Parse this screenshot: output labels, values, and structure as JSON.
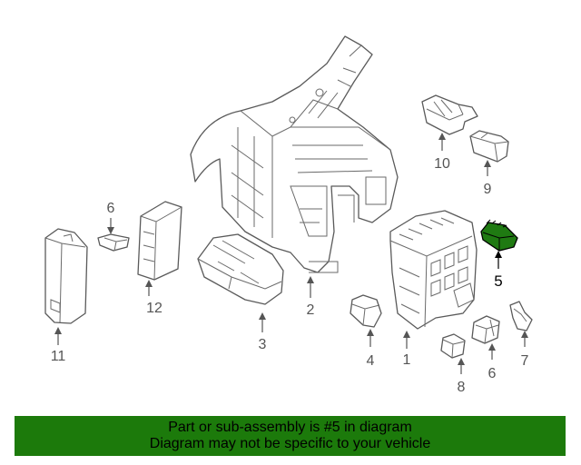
{
  "callouts": {
    "c1": "1",
    "c2": "2",
    "c3": "3",
    "c4": "4",
    "c5": "5",
    "c6a": "6",
    "c6b": "6",
    "c7": "7",
    "c8": "8",
    "c9": "9",
    "c10": "10",
    "c11": "11",
    "c12": "12"
  },
  "highlighted_part": "5",
  "colors": {
    "highlight": "#1f7a12",
    "banner": "#1c7a0b",
    "line": "#5a5a5a"
  },
  "banner": {
    "line1": "Part or sub-assembly is #5 in diagram",
    "line2": "Diagram may not be specific to your vehicle"
  }
}
